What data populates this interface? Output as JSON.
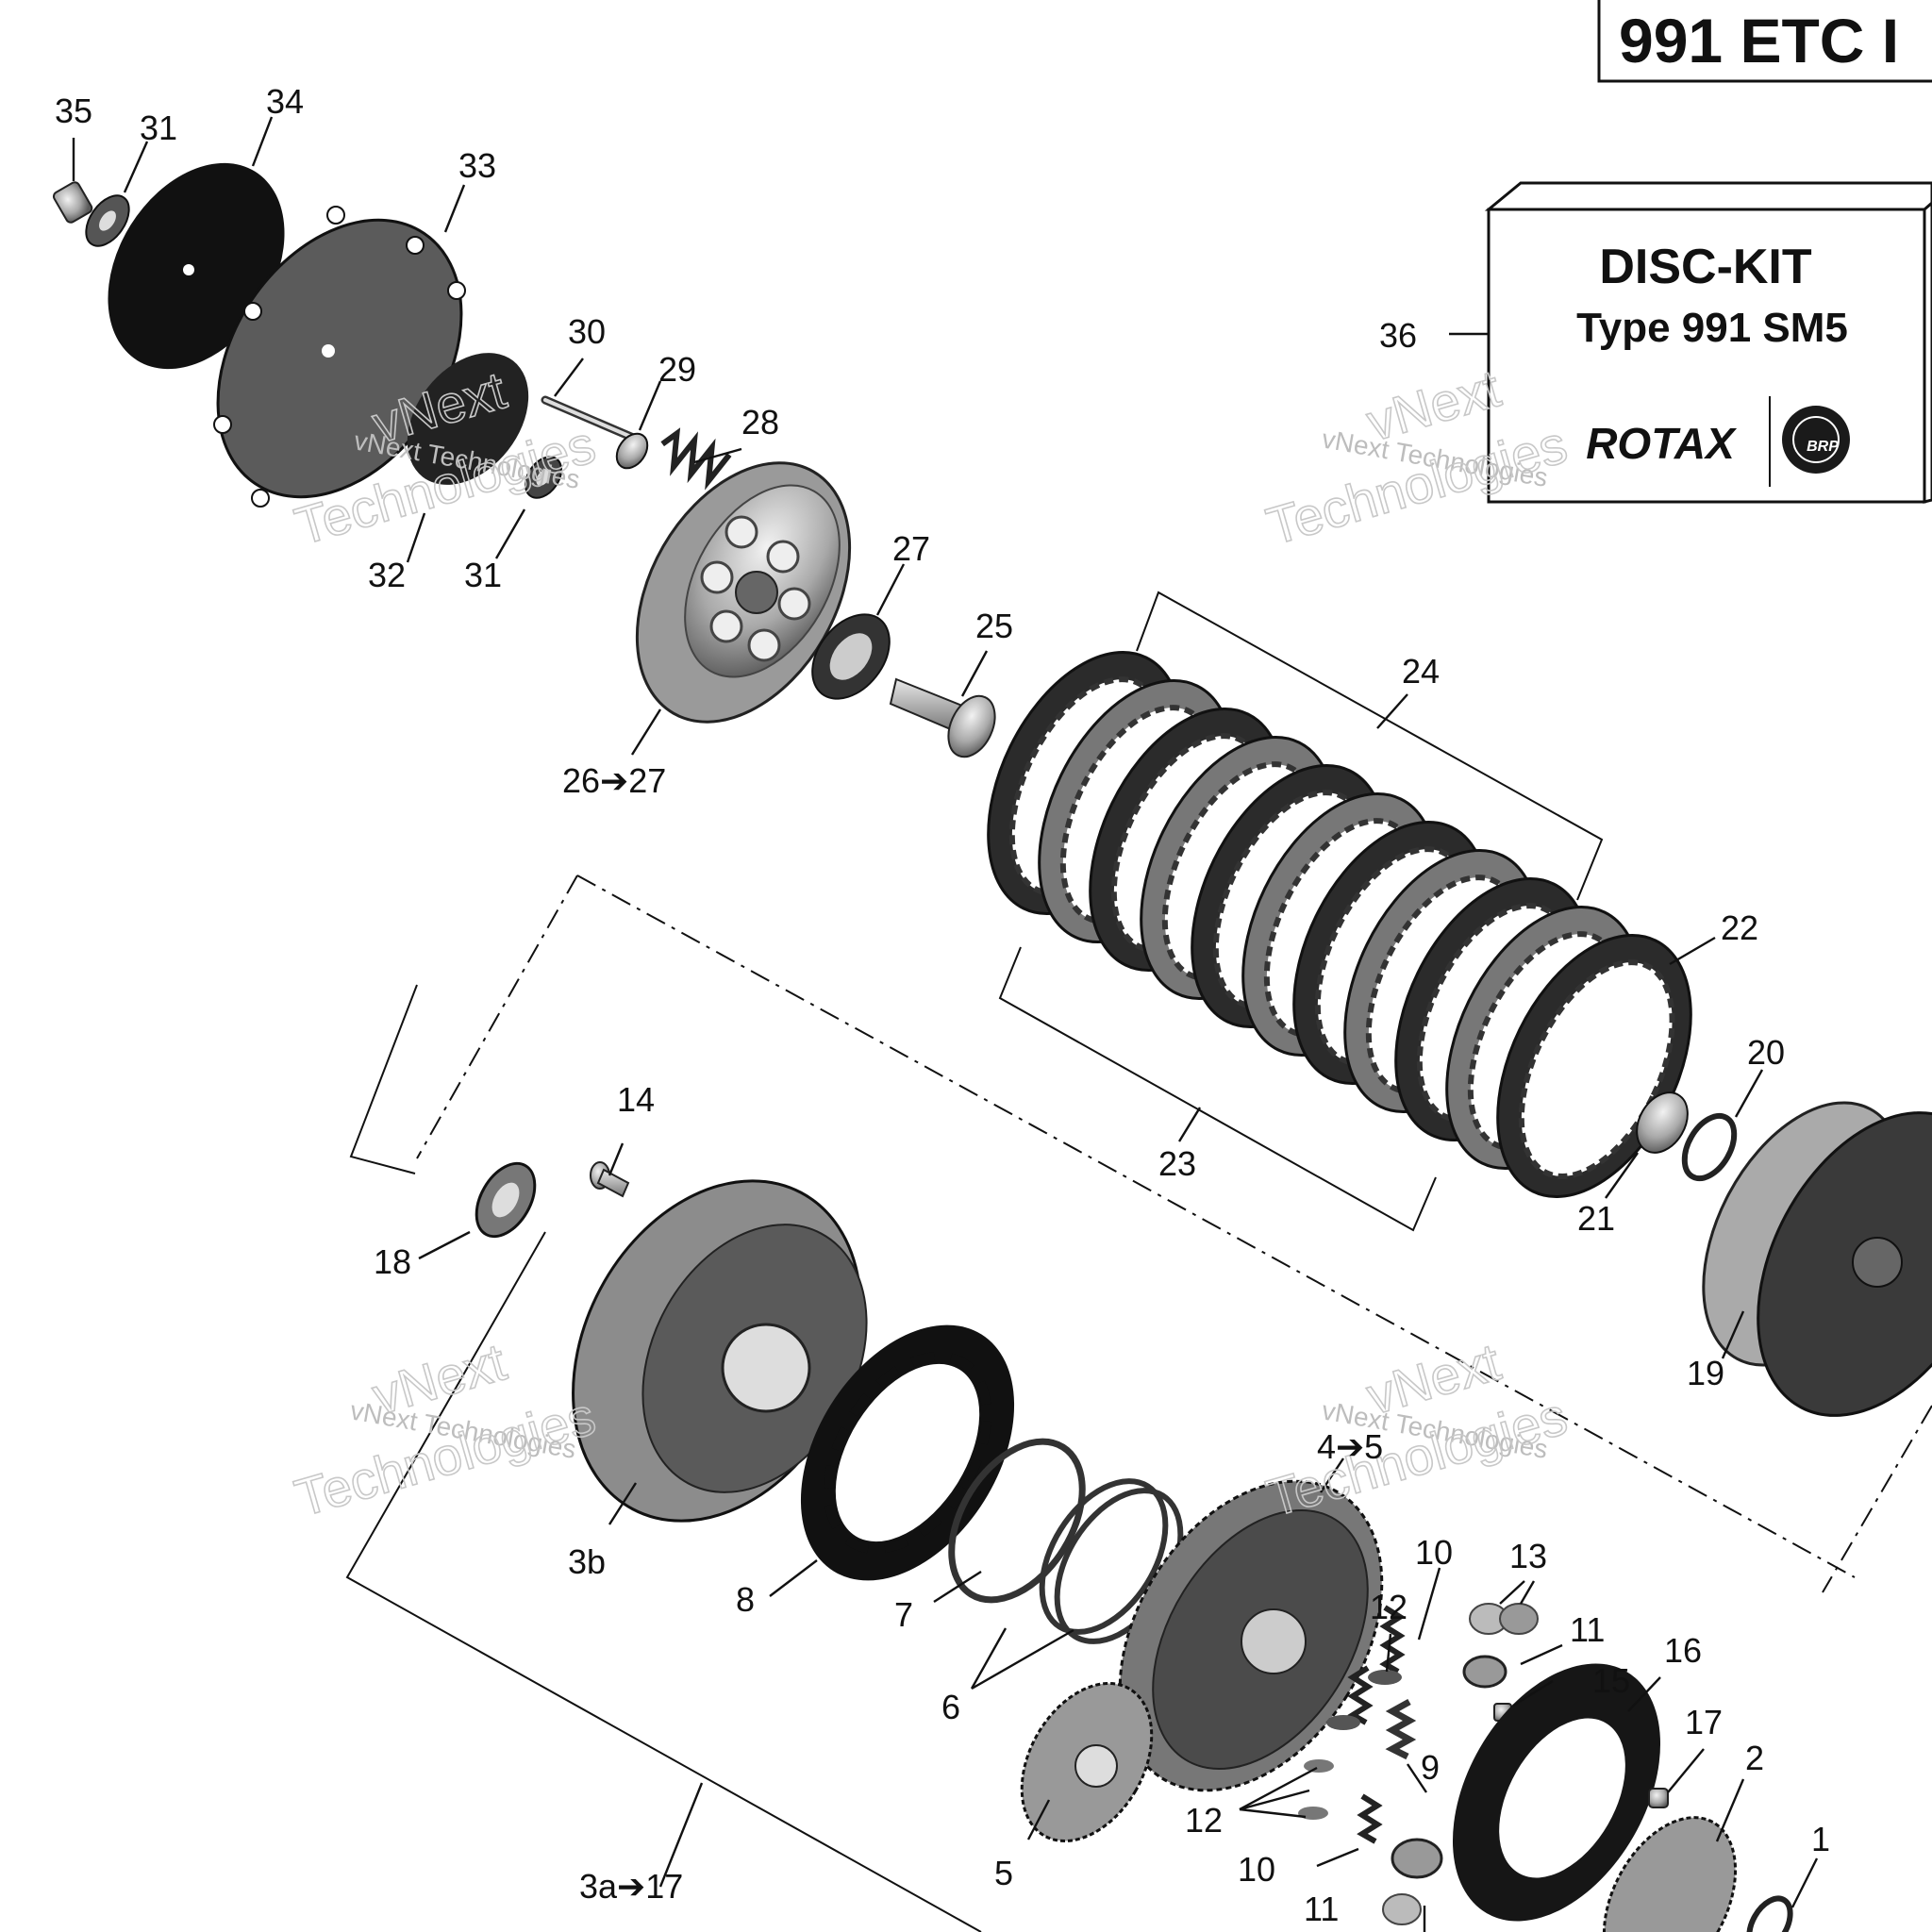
{
  "header": {
    "title": "991 ETC I"
  },
  "kit_box": {
    "heading": "DISC-KIT",
    "subheading": "Type 991 SM5",
    "brand": "ROTAX",
    "badge": "BRP"
  },
  "watermark": {
    "line1": "vNext Technologies",
    "line2": "vNext",
    "line3": "Technologies"
  },
  "callouts": {
    "c35": "35",
    "c31a": "31",
    "c34": "34",
    "c33": "33",
    "c30": "30",
    "c29": "29",
    "c28": "28",
    "c32": "32",
    "c31b": "31",
    "c27": "27",
    "c25": "25",
    "c26": "26➔27",
    "c24": "24",
    "c36": "36",
    "c22": "22",
    "c20": "20",
    "c21": "21",
    "c23": "23",
    "c19": "19",
    "c14": "14",
    "c18": "18",
    "c3b": "3b",
    "c8": "8",
    "c7": "7",
    "c6": "6",
    "c45": "4➔5",
    "c10a": "10",
    "c13": "13",
    "c12a": "12",
    "c11a": "11",
    "c15": "15",
    "c16": "16",
    "c9": "9",
    "c12b": "12",
    "c17": "17",
    "c2": "2",
    "c5": "5",
    "c10b": "10",
    "c1": "1",
    "c11b": "11",
    "c3a": "3a➔17"
  }
}
